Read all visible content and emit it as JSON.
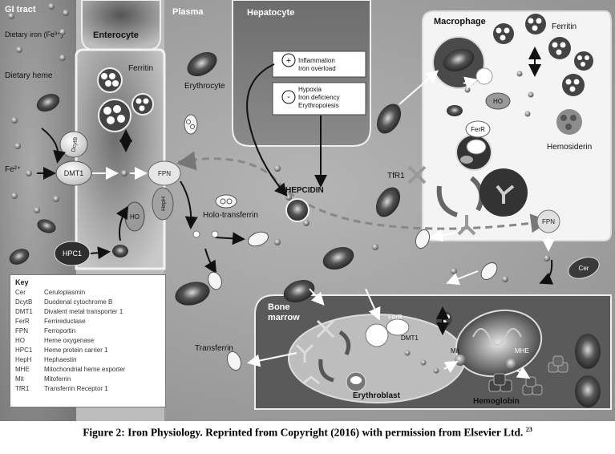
{
  "regions": {
    "gi_tract": "GI tract",
    "plasma": "Plasma",
    "hepatocyte": "Hepatocyte",
    "enterocyte": "Enterocyte",
    "macrophage": "Macrophage",
    "bone_marrow": "Bone\nmarrow",
    "erythroblast": "Erythroblast"
  },
  "labels": {
    "dietary_iron": "Dietary iron (Fe³⁺)",
    "dietary_heme": "Dietary heme",
    "fe2": "Fe²⁺",
    "ferritin_enterocyte": "Ferritin",
    "ferritin_macrophage": "Ferritin",
    "hemosiderin": "Hemosiderin",
    "erythrocyte": "Erythrocyte",
    "holo_transferrin": "Holo-transferrin",
    "transferrin": "Transferrin",
    "hepcidin": "HEPCIDIN",
    "tfr1": "TfR1",
    "hemoglobin": "Hemoglobin",
    "dcytb": "DcytB",
    "dmt1": "DMT1",
    "dmt1_marrow": "DMT1",
    "fpn_enterocyte": "FPN",
    "fpn_macrophage": "FPN",
    "heph": "HepH",
    "ho_enterocyte": "HO",
    "ho_macrophage": "HO",
    "hpc1": "HPC1",
    "ferr_macrophage": "FerR",
    "ferr_marrow": "FerR",
    "cer": "Cer",
    "mit": "Mit",
    "mhe": "MHE"
  },
  "regulators": {
    "up_symbol": "+",
    "up_lines": [
      "Inflammation",
      "Iron overload"
    ],
    "down_symbol": "-",
    "down_lines": [
      "Hypoxia",
      "Iron deficiency",
      "Erythropoiesis"
    ]
  },
  "key": {
    "title": "Key",
    "rows": [
      {
        "abbr": "Cer",
        "full": "Ceruloplasmin"
      },
      {
        "abbr": "DcytB",
        "full": "Duodenal cytochrome B"
      },
      {
        "abbr": "DMT1",
        "full": "Divalent metal transporter 1"
      },
      {
        "abbr": "FerR",
        "full": "Ferrireductase"
      },
      {
        "abbr": "FPN",
        "full": "Ferroportin"
      },
      {
        "abbr": "HO",
        "full": "Heme oxygenase"
      },
      {
        "abbr": "HPC1",
        "full": "Heme protein carrier 1"
      },
      {
        "abbr": "HepH",
        "full": "Hephaestin"
      },
      {
        "abbr": "MHE",
        "full": "Mitochondrial heme exporter"
      },
      {
        "abbr": "Mit",
        "full": "Mitoferrin"
      },
      {
        "abbr": "TfR1",
        "full": "Transferrin Receptor 1"
      }
    ]
  },
  "caption": {
    "text": "Figure 2: Iron Physiology. Reprinted from Copyright (2016) with permission from Elsevier Ltd.",
    "ref": "23"
  }
}
